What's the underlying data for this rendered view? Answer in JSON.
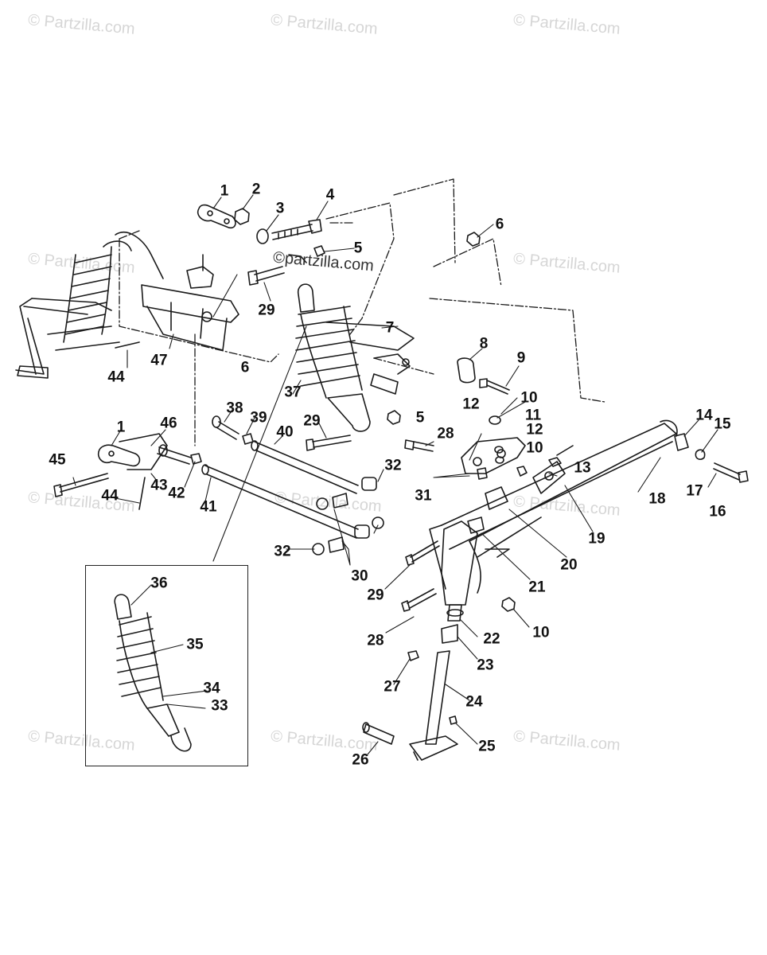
{
  "watermark": {
    "text": "© Partzilla.com",
    "center_text": "©partzilla.com"
  },
  "callouts": {
    "c1a": "1",
    "c1b": "1",
    "c2": "2",
    "c3": "3",
    "c4": "4",
    "c5a": "5",
    "c5b": "5",
    "c6a": "6",
    "c6b": "6",
    "c7": "7",
    "c8": "8",
    "c9": "9",
    "c10a": "10",
    "c10b": "10",
    "c10c": "10",
    "c11": "11",
    "c12a": "12",
    "c12b": "12",
    "c13": "13",
    "c14": "14",
    "c15": "15",
    "c16": "16",
    "c17": "17",
    "c18": "18",
    "c19": "19",
    "c20": "20",
    "c21": "21",
    "c22": "22",
    "c23": "23",
    "c24": "24",
    "c25": "25",
    "c26": "26",
    "c27": "27",
    "c28a": "28",
    "c28b": "28",
    "c29a": "29",
    "c29b": "29",
    "c29c": "29",
    "c30": "30",
    "c31": "31",
    "c32a": "32",
    "c32b": "32",
    "c33": "33",
    "c34": "34",
    "c35": "35",
    "c36": "36",
    "c37": "37",
    "c38": "38",
    "c39": "39",
    "c40": "40",
    "c41": "41",
    "c42": "42",
    "c43": "43",
    "c44a": "44",
    "c44b": "44",
    "c45": "45",
    "c46": "46",
    "c47": "47"
  }
}
